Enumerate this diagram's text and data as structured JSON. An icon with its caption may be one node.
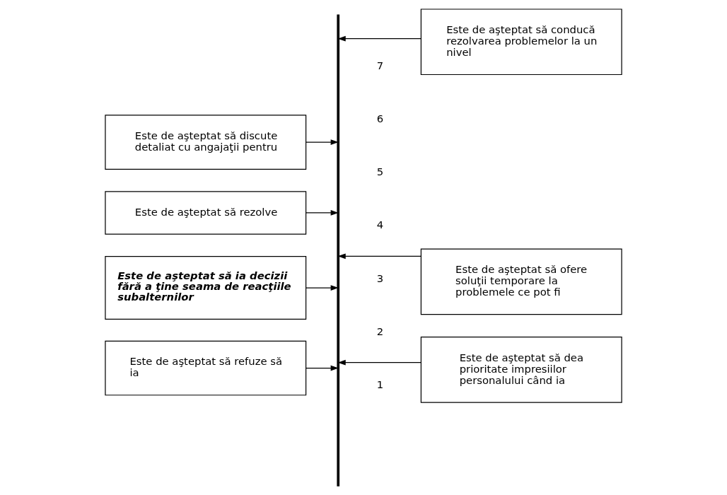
{
  "diagram": {
    "nodes": [
      {
        "text": [
          "Este de aşteptat să discute detaliat cu angajaţii pentru"
        ]
      },
      {
        "text": [
          "Este de aşteptat să conducă rezolvarea problemelor la un nivel"
        ]
      },
      {
        "text": [
          "Este de aşteptat să rezolve"
        ]
      },
      {
        "text": [
          "Este de aşteptat să ofere soluţii temporare la problemele ce pot fi"
        ]
      },
      {
        "text": [
          "Este de aşteptat să ia decizii fără a ţine seama de reacţiile subalternilor"
        ]
      },
      {
        "text": [
          "Este de aşteptat să dea prioritate impresiilor personalului când ia"
        ]
      },
      {
        "text": [
          "Este de aşteptat să refuze să ia"
        ]
      },
      {
        "text": [],
        "shape": "bar"
      }
    ],
    "edges": [
      {
        "from": 0,
        "to": 7,
        "arrow": "to"
      },
      {
        "from": 1,
        "to": 7,
        "arrow": "to"
      },
      {
        "from": 2,
        "to": 7,
        "arrow": "to"
      },
      {
        "from": 3,
        "to": 7,
        "arrow": "to"
      },
      {
        "from": 4,
        "to": 7,
        "arrow": "to"
      },
      {
        "from": 5,
        "to": 7,
        "arrow": "to"
      },
      {
        "from": 6,
        "to": 7,
        "arrow": "to"
      }
    ],
    "labels": [
      "7",
      "6",
      "5",
      "4",
      "3",
      "2",
      "1"
    ]
  }
}
